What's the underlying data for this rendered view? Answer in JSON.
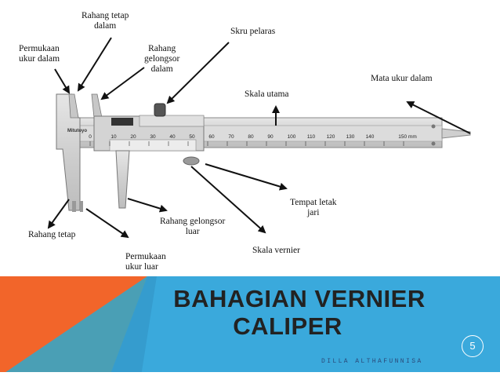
{
  "slide": {
    "title_line1": "BAHAGIAN VERNIER",
    "title_line2": "CALIPER",
    "author": "DILLA ALTHAFUNNISA",
    "page_number": "5"
  },
  "diagram": {
    "labels": {
      "rahang_tetap_dalam": [
        "Rahang tetap",
        "dalam"
      ],
      "permukaan_ukur_dalam": [
        "Permukaan",
        "ukur dalam"
      ],
      "rahang_gelongsor_dalam": [
        "Rahang",
        "gelongsor",
        "dalam"
      ],
      "skru_pelaras": "Skru pelaras",
      "skala_utama": "Skala utama",
      "mata_ukur_dalam": "Mata ukur dalam",
      "tempat_letak_jari": [
        "Tempat letak",
        "jari"
      ],
      "rahang_gelongsor_luar": [
        "Rahang gelongsor",
        "luar"
      ],
      "skala_vernier": "Skala vernier",
      "rahang_tetap": "Rahang tetap",
      "permukaan_ukur_luar": [
        "Permukaan",
        "ukur luar"
      ]
    },
    "main_scale_ticks": [
      "0",
      "10",
      "20",
      "30",
      "40",
      "50",
      "60",
      "70",
      "80",
      "90",
      "100",
      "110",
      "120",
      "130",
      "140",
      "150"
    ],
    "end_tick": "150 mm",
    "brand": "Mitutoyo"
  },
  "colors": {
    "orange": "#f2652a",
    "blue": "#3aa9dc",
    "dark_blue": "#2f8fc0",
    "teal": "#4a9fb5"
  }
}
